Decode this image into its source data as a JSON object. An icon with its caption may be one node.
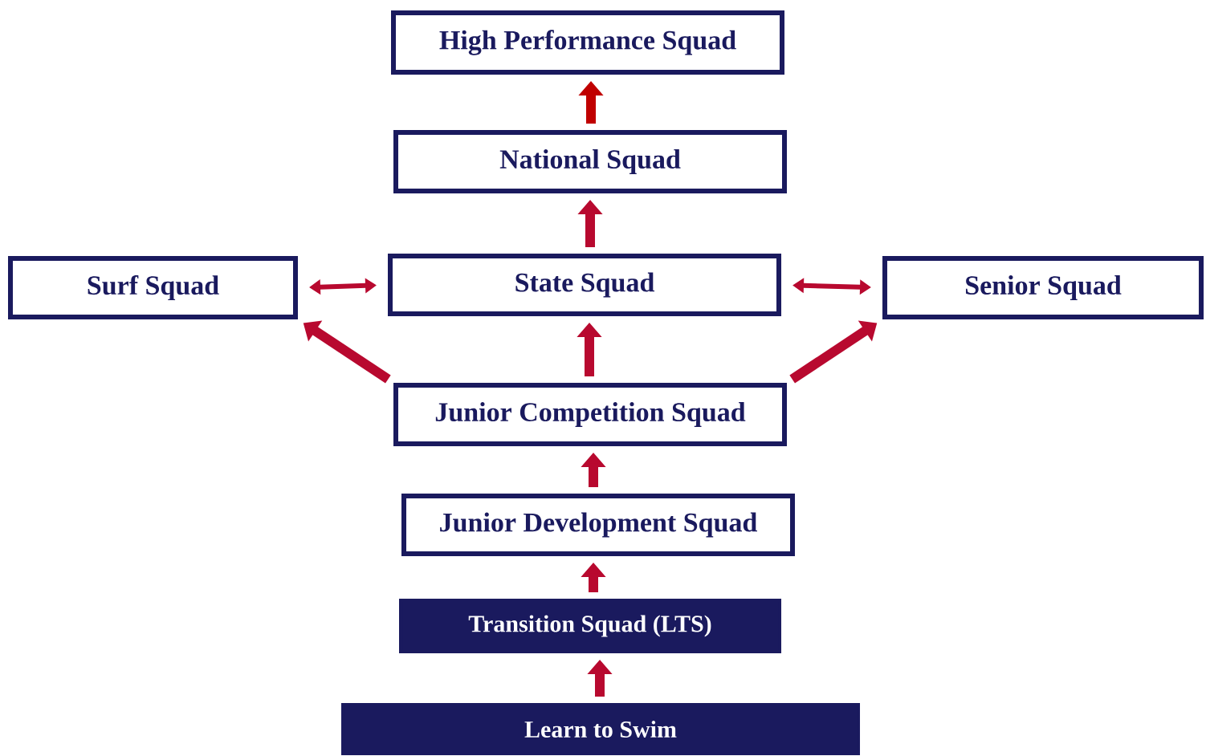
{
  "diagram": {
    "nodes": [
      {
        "text": [
          "High Performance Squad"
        ]
      },
      {
        "text": [
          "National Squad"
        ]
      },
      {
        "text": [
          "Surf Squad"
        ]
      },
      {
        "text": [
          "State Squad"
        ]
      },
      {
        "text": [
          "Senior Squad"
        ]
      },
      {
        "text": [
          "Junior Competition Squad"
        ]
      },
      {
        "text": [
          "Junior Development Squad"
        ]
      },
      {
        "text": [
          "Transition Squad (LTS)"
        ]
      },
      {
        "text": [
          "Learn to Swim"
        ]
      }
    ],
    "edges": [
      {
        "from": 8,
        "to": 7,
        "arrow": "to"
      },
      {
        "from": 7,
        "to": 6,
        "arrow": "to"
      },
      {
        "from": 6,
        "to": 5,
        "arrow": "to"
      },
      {
        "from": 5,
        "to": 3,
        "arrow": "to"
      },
      {
        "from": 3,
        "to": 1,
        "arrow": "to"
      },
      {
        "from": 1,
        "to": 0,
        "arrow": "to",
        "color": "#c00000"
      },
      {
        "from": 5,
        "to": 2,
        "arrow": "to"
      },
      {
        "from": 5,
        "to": 4,
        "arrow": "to"
      },
      {
        "from": 3,
        "to": 2,
        "arrow": "both"
      },
      {
        "from": 3,
        "to": 4,
        "arrow": "both"
      }
    ]
  }
}
